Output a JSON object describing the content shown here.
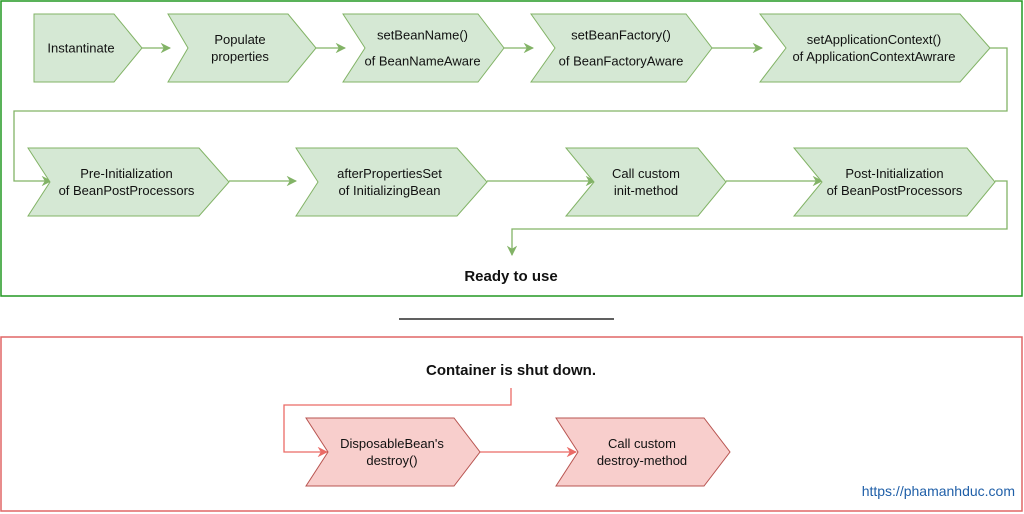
{
  "colors": {
    "green_border": "#229922",
    "green_fill": "#d5e8d4",
    "green_stroke": "#82b366",
    "red_border": "#e06666",
    "red_fill": "#f8cecc",
    "red_stroke": "#b85450",
    "red_arrow": "#ea6b66",
    "link": "#1f5fa8"
  },
  "initialization": {
    "row1": [
      {
        "lines": [
          "Instantinate"
        ]
      },
      {
        "lines": [
          "Populate",
          "properties"
        ]
      },
      {
        "lines": [
          "setBeanName()",
          "of BeanNameAware"
        ]
      },
      {
        "lines": [
          "setBeanFactory()",
          "of BeanFactoryAware"
        ]
      },
      {
        "lines": [
          "setApplicationContext()",
          "of ApplicationContextAwrare"
        ]
      }
    ],
    "row2": [
      {
        "lines": [
          "Pre-Initialization",
          "of BeanPostProcessors"
        ]
      },
      {
        "lines": [
          "afterPropertiesSet",
          "of InitializingBean"
        ]
      },
      {
        "lines": [
          "Call custom",
          "init-method"
        ]
      },
      {
        "lines": [
          "Post-Initialization",
          "of BeanPostProcessors"
        ]
      }
    ],
    "ready_label": "Ready to use"
  },
  "destruction": {
    "heading": "Container is shut down.",
    "steps": [
      {
        "lines": [
          "DisposableBean's",
          "destroy()"
        ]
      },
      {
        "lines": [
          "Call custom",
          "destroy-method"
        ]
      }
    ]
  },
  "watermark": "https://phamanhduc.com"
}
